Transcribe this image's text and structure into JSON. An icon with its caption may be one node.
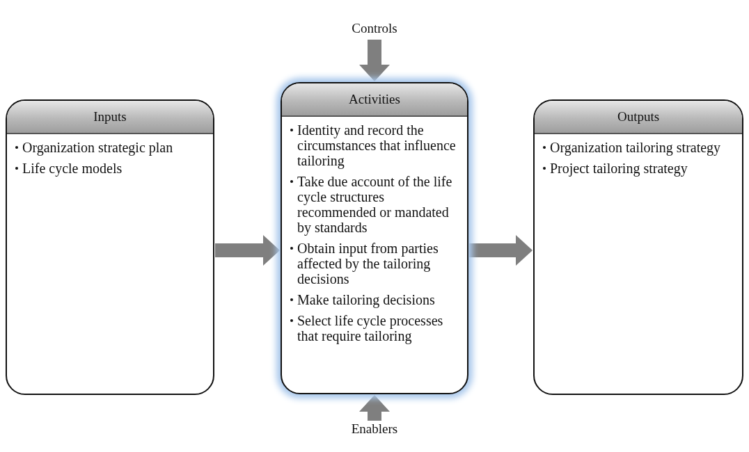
{
  "diagram": {
    "nodes": [
      {
        "text": [
          "Controls"
        ]
      },
      {
        "text": [
          "Inputs",
          "Organization strategic plan",
          "Life cycle models"
        ]
      },
      {
        "text": [
          "Activities",
          "Identity and record the circumstances that influence tailoring",
          "Take due account of the life cycle structures recommended or mandated by standards",
          "Obtain input from parties affected by the tailoring decisions",
          "Make tailoring decisions",
          "Select life cycle processes that require tailoring"
        ]
      },
      {
        "text": [
          "Outputs",
          "Organization tailoring strategy",
          "Project tailoring strategy"
        ]
      },
      {
        "text": [
          "Enablers"
        ]
      }
    ],
    "edges": [
      {
        "from": 0,
        "to": 2,
        "arrow": "to"
      },
      {
        "from": 1,
        "to": 2,
        "arrow": "to"
      },
      {
        "from": 2,
        "to": 3,
        "arrow": "to"
      },
      {
        "from": 4,
        "to": 2,
        "arrow": "to"
      }
    ]
  }
}
